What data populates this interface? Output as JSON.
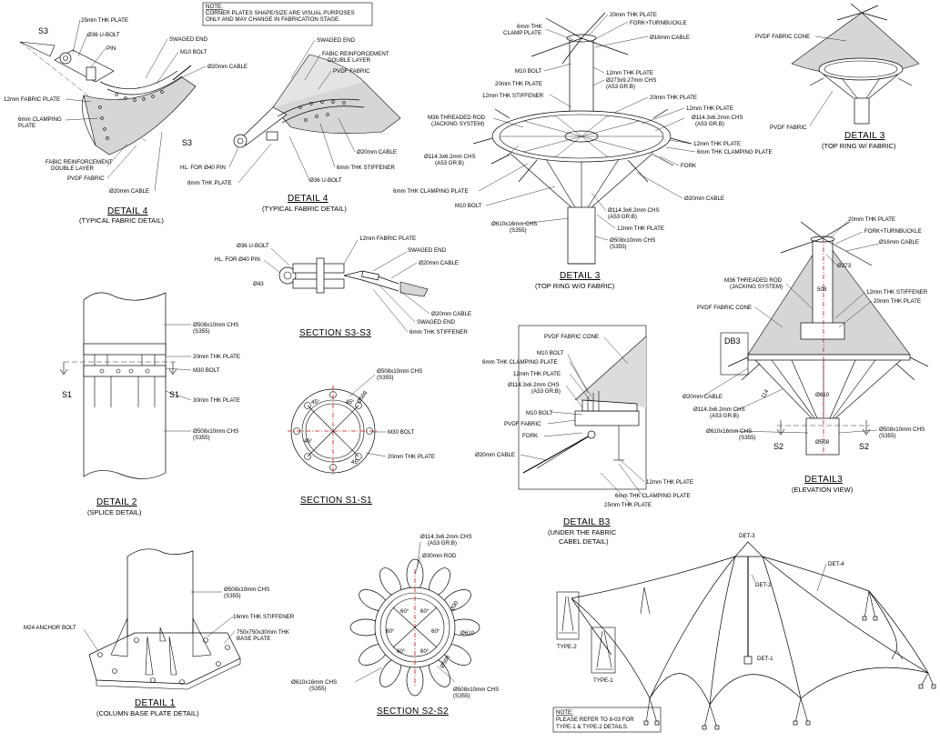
{
  "top_note": {
    "title": "NOTE:",
    "lines": [
      "CORNER PLATES SHAPE/SIZE ARE VISUAL PURPOSES",
      "ONLY AND MAY CHANGE IN  FABRICATION STAGE."
    ]
  },
  "bottom_note": {
    "title": "NOTE:",
    "lines": [
      "PLEASE REFER TO 8-03 FOR",
      "TYPE-1 & TYPE-2 DETAILS."
    ]
  },
  "titles": {
    "d4a": {
      "title": "DETAIL 4",
      "sub": "(TYPICAL FABRIC DETAIL)"
    },
    "d4b": {
      "title": "DETAIL 4",
      "sub": "(TYPICAL FABRIC DETAIL)"
    },
    "d3a": {
      "title": "DETAIL 3",
      "sub": "(TOP RING W/O FABRIC)"
    },
    "d3b": {
      "title": "DETAIL 3",
      "sub": "(TOP RING W/ FABRIC)"
    },
    "s3": {
      "title": "SECTION S3-S3"
    },
    "d2": {
      "title": "DETAIL 2",
      "sub": "(SPLICE DETAIL)"
    },
    "s1": {
      "title": "SECTION S1-S1"
    },
    "db3": {
      "title": "DETAIL B3",
      "sub1": "(UNDER THE FABRIC",
      "sub2": "CABEL DETAIL)"
    },
    "d3e": {
      "title": "DETAIL3",
      "sub": "(ELEVATION VIEW)"
    },
    "d1": {
      "title": "DETAIL 1",
      "sub": "(COLUMN BASE PLATE DETAIL)"
    },
    "s2": {
      "title": "SECTION S2-S2"
    }
  },
  "d4a_labels": {
    "l1": "25mm THK PLATE",
    "l2": "Ø36 U-BOLT",
    "l3": "PIN",
    "l4": "SWAGED END",
    "l5": "M10 BOLT",
    "l6": "Ø20mm CABLE",
    "l7": "12mm FABRIC PLATE",
    "l8": "6mm CLAMPING",
    "l8b": "PLATE",
    "l9": "FABIC REINFORCEMENT",
    "l9b": "DOUBLE LAYER",
    "l10": "PVDF FABRIC",
    "l11": "Ø20mm CABLE",
    "s3a": "S3",
    "s3b": "S3"
  },
  "d4b_labels": {
    "l1": "SWAGED END",
    "l2": "FABIC REINFORCEMENT",
    "l2b": "DOUBLE LAYER",
    "l3": "PVDF FABRIC",
    "l4": "Ø20mm CABLE",
    "l5": "6mm THK STIFFENER",
    "l6": "HL. FOR Ø40 PIN",
    "l7": "Ø36 U-BOLT",
    "l8": "8mm THK PLATE"
  },
  "d3a_labels": {
    "l1": "6mm THK",
    "l1b": "CLAMP PLATE",
    "l2": "20mm THK PLATE",
    "l3": "FORK+TURNBUCKLE",
    "l4": "Ø16mm CABLE",
    "l5": "M10 BOLT",
    "l6": "20mm THK PLATE",
    "l7": "12mm THK PLATE",
    "l8": "Ø273x9.27mm CHS",
    "l8b": "(A53 GR.B)",
    "l9": "12mm THK STIFFENER",
    "l10": "20mm THK PLATE",
    "l11": "M36 THREADED ROD",
    "l11b": "(JACKING SYSTEM)",
    "l12": "12mm THK PLATE",
    "l13": "Ø114.3x6.2mm CHS",
    "l13b": "(A53 GR.B)",
    "l14": "12mm THK PLATE",
    "l15": "6mm THK CLAMPING  PLATE",
    "l16": "Ø114.3x6.2mm CHS",
    "l16b": "(A53 GR.B)",
    "l17": "FORK",
    "l18": "6mm THK CLAMPING  PLATE",
    "l19": "Ø20mm CABLE",
    "l20": "M10 BOLT",
    "l21": "Ø114.3x6.2mm CHS",
    "l21b": "(A53 GR.B)",
    "l22": "Ø610x16mm CHS",
    "l22b": "(S355)",
    "l23": "12mm THK PLATE",
    "l24": "Ø508x10mm CHS",
    "l24b": "(S355)"
  },
  "d3b_labels": {
    "l1": "PVDF FABRIC CONE",
    "l2": "PVDF FABRIC"
  },
  "s3_labels": {
    "l1": "Ø36 U-BOLT",
    "l2": "12mm FABRIC PLATE",
    "l3": "SWAGED END",
    "l4": "HL. FOR Ø40 PIN",
    "l5": "Ø20mm CABLE",
    "l6": "Ø43",
    "l7": "Ø20mm CABLE",
    "l8": "SWAGED END",
    "l9": "6mm THK STIFFENER"
  },
  "d2_labels": {
    "l1": "Ø508x10mm CHS",
    "l1b": "(S355)",
    "l2": "20mm THK PLATE",
    "l3": "M30 BOLT",
    "l4": "30mm THK PLATE",
    "l5": "Ø508x10mm CHS",
    "l5b": "(S355)",
    "s1a": "S1",
    "s1b": "S1"
  },
  "s1_labels": {
    "l1": "Ø508x10mm CHS",
    "l1b": "(S355)",
    "l2": "M30 BOLT",
    "l3": "20mm THK PLATE",
    "ang": "45°",
    "dia": "Ø508"
  },
  "db3_labels": {
    "l1": "PVDF FABRIC CONE",
    "l2": "M10 BOLT",
    "l3": "6mm THK CLAMPING  PLATE",
    "l4": "12mm THK PLATE",
    "l5": "Ø114.3x6.2mm CHS",
    "l5b": "(A53 GR.B)",
    "l6": "M10 BOLT",
    "l7": "PVDF FABRIC",
    "l8": "FORK",
    "l9": "Ø20mm CABLE",
    "l10": "12mm THK PLATE",
    "l11": "6mm THK CLAMPING  PLATE",
    "l12": "25mm THK PLATE"
  },
  "d3e_labels": {
    "l1": "20mm THK PLATE",
    "l2": "FORK+TURNBUCKLE",
    "l3": "Ø16mm CABLE",
    "l4": "Ø273",
    "l5": "M36 THREADED ROD",
    "l5b": "(JACKING SYSTEM)",
    "l6": "12mm THK STIFFENER",
    "l7": "20mm THK PLATE",
    "l8": "PVDF FABRIC CONE",
    "l9": "508",
    "l10": "DB3",
    "l11": "Ø20mm CABLE",
    "l12": "114",
    "l13": "Ø610",
    "l14": "Ø114.3x6.2mm CHS",
    "l14b": "(A53 GR.B)",
    "l15": "Ø610x16mm CHS",
    "l15b": "(S355)",
    "l16": "Ø508x10mm CHS",
    "l16b": "(S355)",
    "l17": "Ø508",
    "s2a": "S2",
    "s2b": "S2"
  },
  "d1_labels": {
    "l1": "Ø508x10mm CHS",
    "l1b": "(S355)",
    "l2": "16mm THK STIFFENER",
    "l3": "750x750x30mm THK",
    "l3b": "BASE PLATE",
    "l4": "M24 ANCHOR BOLT"
  },
  "s2_labels": {
    "l1": "Ø114.3x6.2mm CHS",
    "l1b": "(A53 GR.B)",
    "l2": "Ø30mm ROD",
    "l3": "Ø30",
    "l4": "Ø610",
    "l5": "Ø508",
    "l6": "Ø610x16mm CHS",
    "l6b": "(S355)",
    "l7": "Ø508x10mm CHS",
    "l7b": "(S355)",
    "ang": "60°"
  },
  "iso_labels": {
    "det3": "DET-3",
    "det4": "DET-4",
    "det2": "DET-2",
    "det1": "DET-1",
    "type2": "TYPE-2",
    "type1": "TYPE-1"
  }
}
